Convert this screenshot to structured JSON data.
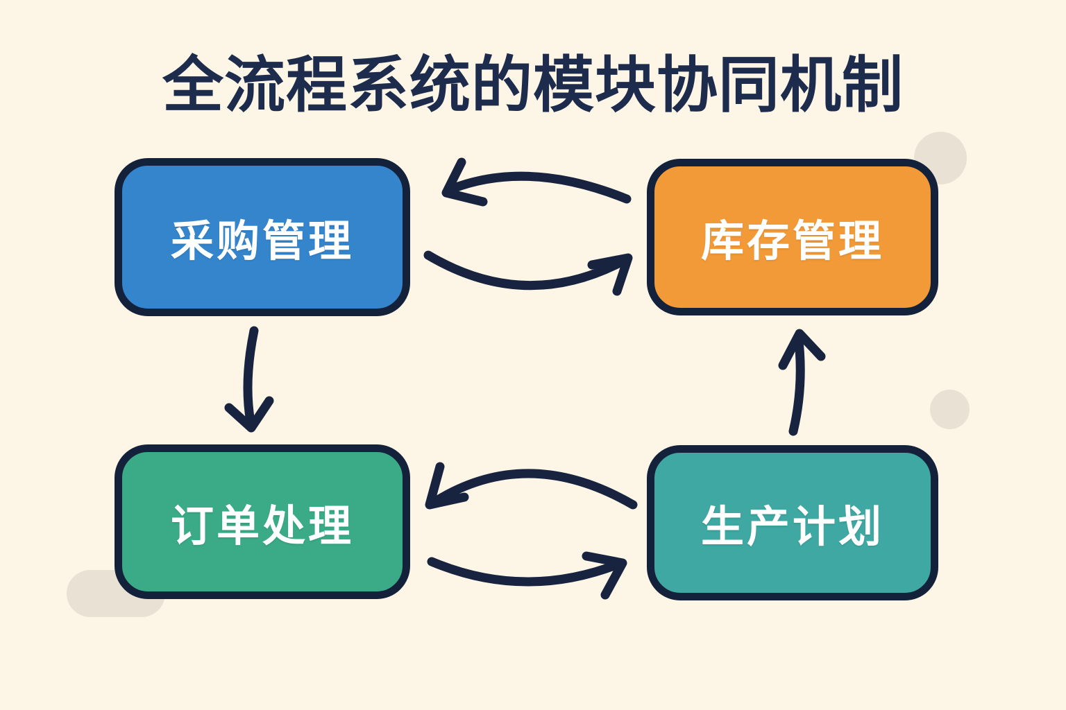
{
  "title": "全流程系统的模块协同机制",
  "colors": {
    "background": "#fdf6e6",
    "title_text": "#1d2b4d",
    "box_border": "#14213a",
    "box_text": "#ffffff",
    "arrow": "#17233f",
    "decor_circle": "#e9e2d4"
  },
  "diagram": {
    "nodes": [
      {
        "id": "procurement",
        "label": "采购管理",
        "color": "#3585cd",
        "position": "top-left"
      },
      {
        "id": "inventory",
        "label": "库存管理",
        "color": "#f29a38",
        "position": "top-right"
      },
      {
        "id": "orders",
        "label": "订单处理",
        "color": "#3bab87",
        "position": "bottom-left"
      },
      {
        "id": "production",
        "label": "生产计划",
        "color": "#3fa8a2",
        "position": "bottom-right"
      }
    ],
    "edges": [
      {
        "from": "inventory",
        "to": "procurement",
        "style": "curved-top"
      },
      {
        "from": "procurement",
        "to": "inventory",
        "style": "curved-bottom"
      },
      {
        "from": "procurement",
        "to": "orders",
        "style": "vertical-down"
      },
      {
        "from": "production",
        "to": "inventory",
        "style": "vertical-up"
      },
      {
        "from": "production",
        "to": "orders",
        "style": "curved-top"
      },
      {
        "from": "orders",
        "to": "production",
        "style": "curved-bottom"
      }
    ]
  }
}
